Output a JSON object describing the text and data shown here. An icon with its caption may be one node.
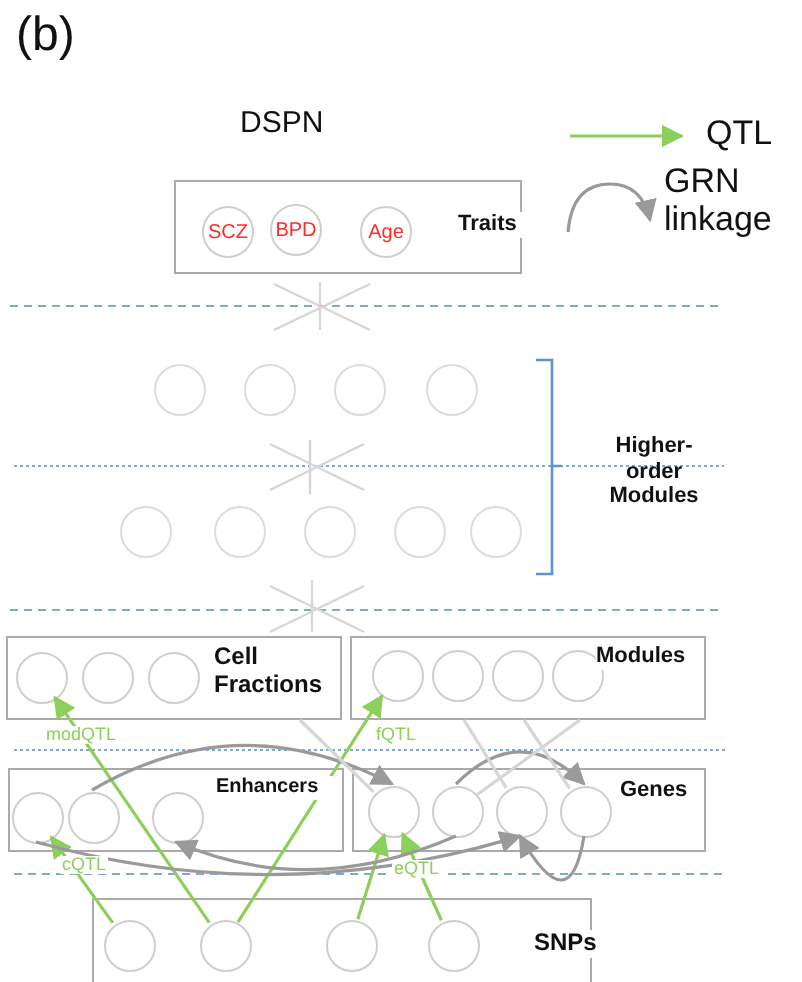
{
  "diagram": {
    "title": "DSPN",
    "nodes": [
      {
        "text": [
          "Traits"
        ]
      },
      {
        "text": [
          "SCZ"
        ],
        "in": 0
      },
      {
        "text": [
          "BPD"
        ],
        "in": 0
      },
      {
        "text": [
          "Age"
        ],
        "in": 0
      },
      {
        "text": [],
        "shape": "circle"
      },
      {
        "text": [],
        "shape": "circle"
      },
      {
        "text": [],
        "shape": "circle"
      },
      {
        "text": [],
        "shape": "circle"
      },
      {
        "text": [],
        "shape": "circle"
      },
      {
        "text": [],
        "shape": "circle"
      },
      {
        "text": [],
        "shape": "circle"
      },
      {
        "text": [],
        "shape": "circle"
      },
      {
        "text": [],
        "shape": "circle"
      },
      {
        "text": [
          "Cell Fractions"
        ]
      },
      {
        "text": [],
        "shape": "circle",
        "in": 13
      },
      {
        "text": [],
        "shape": "circle",
        "in": 13
      },
      {
        "text": [],
        "shape": "circle",
        "in": 13
      },
      {
        "text": [
          "Modules"
        ]
      },
      {
        "text": [],
        "shape": "circle",
        "in": 17
      },
      {
        "text": [],
        "shape": "circle",
        "in": 17
      },
      {
        "text": [],
        "shape": "circle",
        "in": 17
      },
      {
        "text": [],
        "shape": "circle",
        "in": 17
      },
      {
        "text": [
          "Enhancers"
        ]
      },
      {
        "text": [],
        "shape": "circle",
        "in": 22
      },
      {
        "text": [],
        "shape": "circle",
        "in": 22
      },
      {
        "text": [],
        "shape": "circle",
        "in": 22
      },
      {
        "text": [
          "Genes"
        ]
      },
      {
        "text": [],
        "shape": "circle",
        "in": 26
      },
      {
        "text": [],
        "shape": "circle",
        "in": 26
      },
      {
        "text": [],
        "shape": "circle",
        "in": 26
      },
      {
        "text": [],
        "shape": "circle",
        "in": 26
      },
      {
        "text": [
          "SNPs"
        ]
      },
      {
        "text": [],
        "shape": "circle",
        "in": 31
      },
      {
        "text": [],
        "shape": "circle",
        "in": 31
      },
      {
        "text": [],
        "shape": "circle",
        "in": 31
      },
      {
        "text": [],
        "shape": "circle",
        "in": 31
      }
    ],
    "edges": [
      {
        "from": 32,
        "to": 23,
        "arrow": "to",
        "label": "cQTL",
        "color": "#8ccf5a"
      },
      {
        "from": 33,
        "to": 14,
        "arrow": "to",
        "label": "modQTL",
        "color": "#8ccf5a"
      },
      {
        "from": 33,
        "to": 18,
        "arrow": "to",
        "label": "fQTL",
        "color": "#8ccf5a"
      },
      {
        "from": 34,
        "to": 27,
        "arrow": "to",
        "label": "eQTL",
        "color": "#8ccf5a"
      },
      {
        "from": 35,
        "to": 27,
        "arrow": "to",
        "color": "#8ccf5a"
      },
      {
        "from": 24,
        "to": 27,
        "arrow": "to",
        "color": "#9a9a9a"
      },
      {
        "from": 28,
        "to": 30,
        "arrow": "to",
        "color": "#9a9a9a"
      },
      {
        "from": 28,
        "to": 25,
        "arrow": "to",
        "color": "#9a9a9a"
      },
      {
        "from": 23,
        "to": 29,
        "arrow": "to",
        "color": "#9a9a9a"
      },
      {
        "from": 30,
        "to": 29,
        "arrow": "to",
        "color": "#9a9a9a"
      },
      {
        "from": 13,
        "to": 27,
        "arrow": "none",
        "color": "#d6d6d6"
      },
      {
        "from": 17,
        "to": 29,
        "arrow": "none",
        "color": "#d6d6d6"
      },
      {
        "from": 17,
        "to": 30,
        "arrow": "none",
        "color": "#d6d6d6"
      },
      {
        "from": 17,
        "to": 28,
        "arrow": "none",
        "color": "#d6d6d6"
      }
    ],
    "labels": [
      "(b)",
      "Higher-order Modules"
    ],
    "legend": [
      {
        "text": "QTL"
      },
      {
        "text": "GRN linkage"
      }
    ]
  }
}
